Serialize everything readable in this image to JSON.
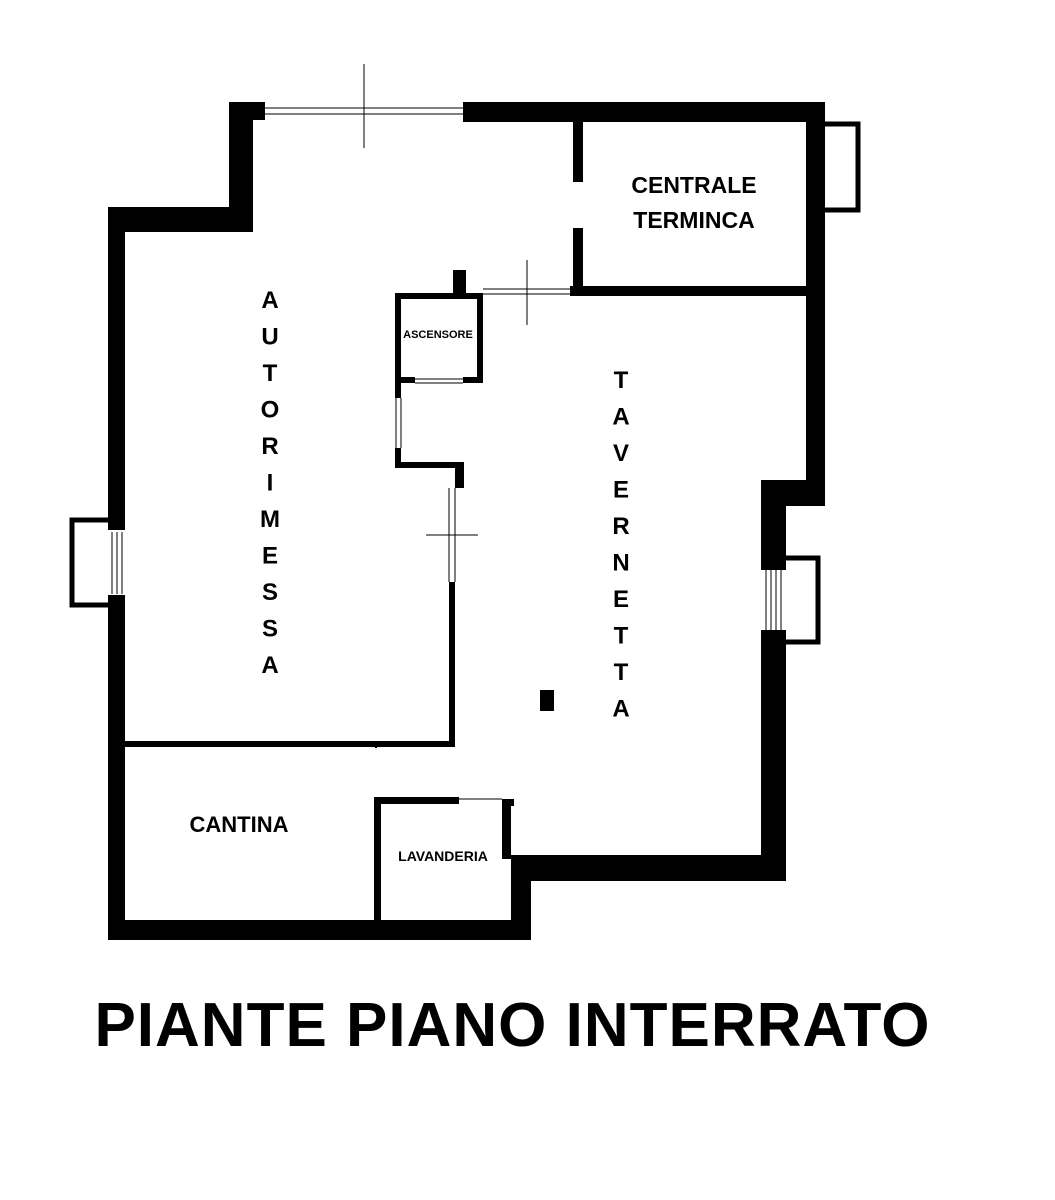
{
  "rooms": {
    "centrale_line1": "CENTRALE",
    "centrale_line2": "TERMINCA",
    "autorimessa": "AUTORIMESSA",
    "ascensore": "ASCENSORE",
    "tavernetta": "TAVERNETTA",
    "cantina": "CANTINA",
    "lavanderia": "LAVANDERIA"
  },
  "title": "PIANTE PIANO INTERRATO"
}
